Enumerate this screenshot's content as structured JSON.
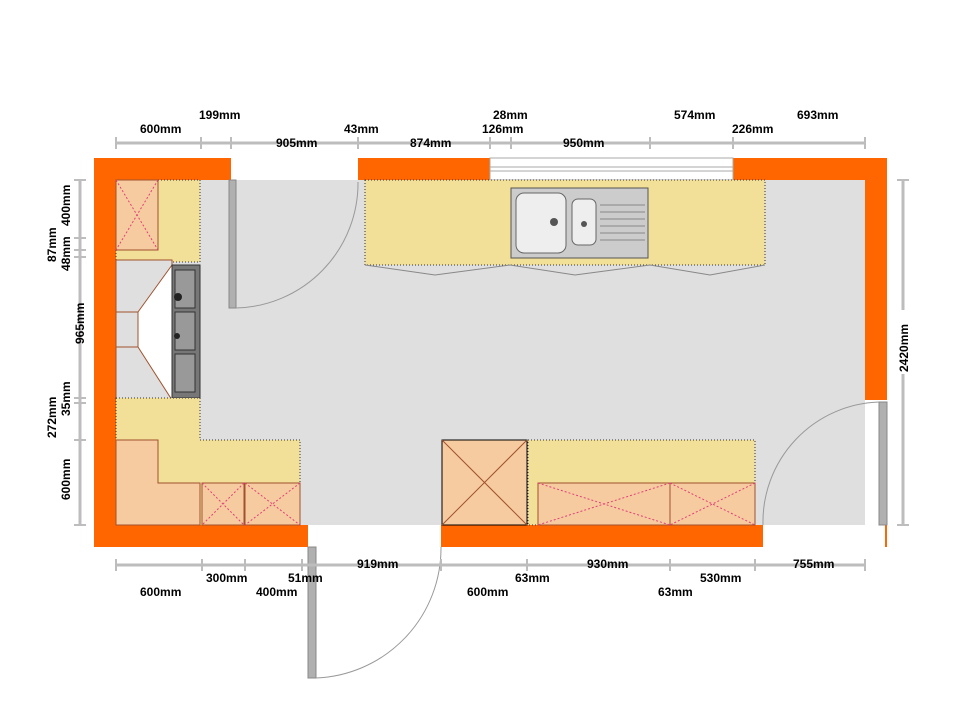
{
  "colors": {
    "wall": "#FF6600",
    "floor": "#DFDFDF",
    "counter": "#F2DF98",
    "cabinet": "#F7CBA0",
    "leaf": "#B0B0B0"
  },
  "top_dims": [
    "600mm",
    "199mm",
    "905mm",
    "43mm",
    "874mm",
    "28mm",
    "126mm",
    "950mm",
    "574mm",
    "226mm",
    "693mm"
  ],
  "bottom_dims": [
    "600mm",
    "300mm",
    "400mm",
    "51mm",
    "919mm",
    "600mm",
    "63mm",
    "930mm",
    "63mm",
    "530mm",
    "755mm"
  ],
  "left_dims": [
    "400mm",
    "87mm",
    "48mm",
    "965mm",
    "35mm",
    "272mm",
    "600mm"
  ],
  "right_dims": [
    "2420mm"
  ]
}
